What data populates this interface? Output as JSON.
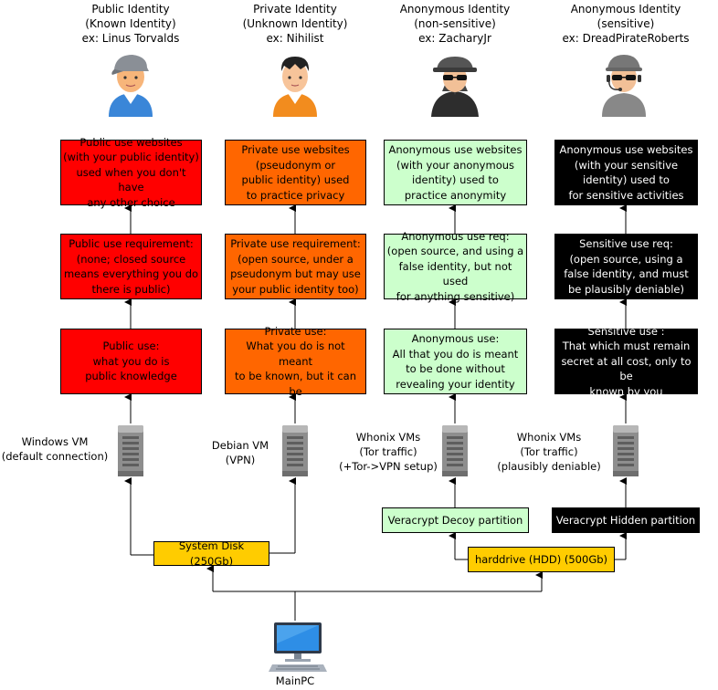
{
  "columns": [
    {
      "header": [
        "Public Identity",
        "(Known Identity)",
        "ex: Linus Torvalds"
      ],
      "website": [
        "Public use websites",
        "(with your public identity)",
        "used when you don't have",
        "any other choice"
      ],
      "requirement": [
        "Public use requirement:",
        "(none; closed source",
        "means everything you do",
        "there is public)"
      ],
      "use": [
        "Public use:",
        "what you do is",
        "public knowledge"
      ],
      "vm": [
        "Windows VM",
        "(default connection)"
      ]
    },
    {
      "header": [
        "Private Identity",
        "(Unknown Identity)",
        "ex: Nihilist"
      ],
      "website": [
        "Private use websites",
        "(pseudonym or",
        "public identity) used",
        "to practice privacy"
      ],
      "requirement": [
        "Private use requirement:",
        "(open source, under a",
        "pseudonym but may use",
        "your public identity too)"
      ],
      "use": [
        "Private use:",
        "What you do is not meant",
        "to be known, but it can be"
      ],
      "vm": [
        "Debian VM",
        "(VPN)"
      ]
    },
    {
      "header": [
        "Anonymous Identity",
        "(non-sensitive)",
        "ex: ZacharyJr"
      ],
      "website": [
        "Anonymous use websites",
        "(with your anonymous",
        "identity) used to",
        "practice anonymity"
      ],
      "requirement": [
        "Anonymous use req:",
        "(open source, and using a",
        "false identity, but not used",
        "for anything sensitive)"
      ],
      "use": [
        "Anonymous use:",
        "All that you do is meant",
        "to be done without",
        "revealing your identity"
      ],
      "vm": [
        "Whonix VMs",
        "(Tor traffic)",
        "(+Tor->VPN setup)"
      ]
    },
    {
      "header": [
        "Anonymous Identity",
        "(sensitive)",
        "ex: DreadPirateRoberts"
      ],
      "website": [
        "Anonymous use websites",
        "(with your sensitive",
        "identity) used to",
        "for sensitive activities"
      ],
      "requirement": [
        "Sensitive use req:",
        "(open source, using a",
        "false identity, and must",
        "be plausibly deniable)"
      ],
      "use": [
        "Sensitive use :",
        "That which must remain",
        "secret at all cost, only to be",
        "known by you"
      ],
      "vm": [
        "Whonix VMs",
        "(Tor traffic)",
        "(plausibly deniable)"
      ]
    }
  ],
  "storage": {
    "system_disk": "System Disk (250Gb)",
    "harddrive": "harddrive (HDD) (500Gb)",
    "decoy": "Veracrypt Decoy partition",
    "hidden": "Veracrypt Hidden partition"
  },
  "mainpc": "MainPC",
  "colors": {
    "public": "#ff0000",
    "private": "#ff6600",
    "anonymous": "#ccffcc",
    "sensitive": "#000000",
    "storage": "#ffcc00"
  },
  "icons": [
    "public-user-icon",
    "private-user-icon",
    "anonymous-user-icon",
    "sensitive-user-icon",
    "server-icon",
    "computer-icon"
  ]
}
